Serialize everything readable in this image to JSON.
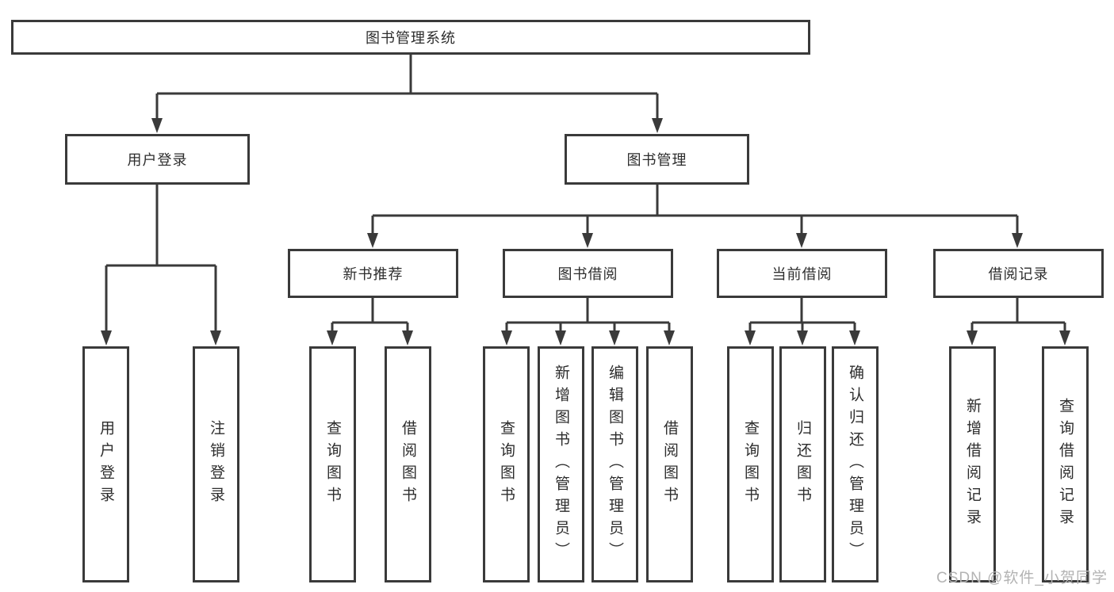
{
  "tree": {
    "root": "图书管理系统",
    "children": [
      {
        "label": "用户登录",
        "children": [
          "用户登录",
          "注销登录"
        ]
      },
      {
        "label": "图书管理",
        "children": [
          {
            "label": "新书推荐",
            "children": [
              "查询图书",
              "借阅图书"
            ]
          },
          {
            "label": "图书借阅",
            "children": [
              "查询图书",
              "新增图书（管理员）",
              "编辑图书（管理员）",
              "借阅图书"
            ]
          },
          {
            "label": "当前借阅",
            "children": [
              "查询图书",
              "归还图书",
              "确认归还（管理员）"
            ]
          },
          {
            "label": "借阅记录",
            "children": [
              "新增借阅记录",
              "查询借阅记录"
            ]
          }
        ]
      }
    ]
  },
  "watermark": {
    "text": "CSDN @软件_小贺同学"
  },
  "colors": {
    "line": "#3a3a3a",
    "box_border": "#3a3a3a",
    "text": "#2d2d2d",
    "background": "#ffffff",
    "watermark": "#b3b3b3"
  }
}
